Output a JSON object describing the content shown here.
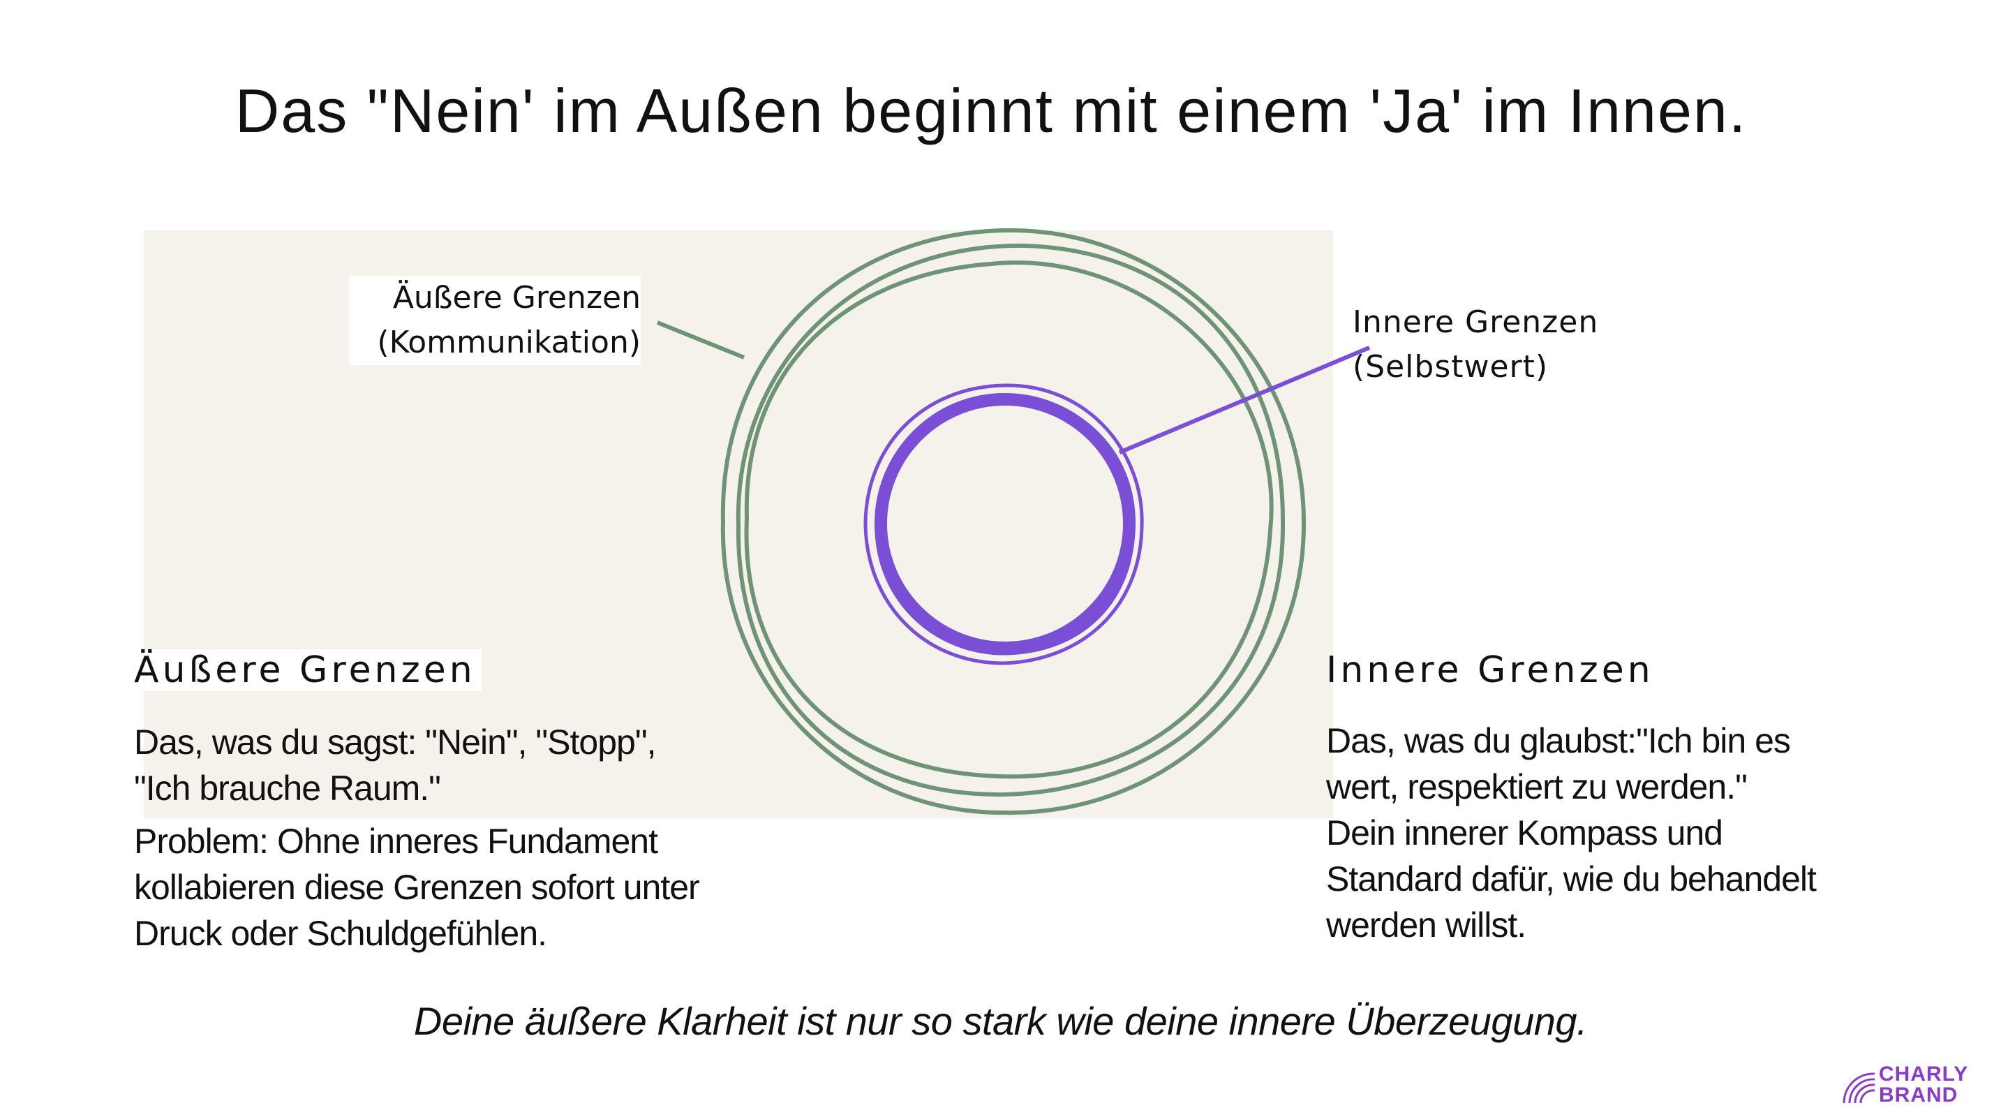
{
  "title": "Das \"Nein' im Außen beginnt mit einem 'Ja' im Innen.",
  "diagram": {
    "outer_label": [
      "Äußere Grenzen",
      "(Kommunikation)"
    ],
    "inner_label": [
      "Innere Grenzen",
      "(Selbstwert)"
    ],
    "colors": {
      "outer_circles": "#6e9475",
      "inner_circles": "#7a4fd6",
      "panel_background": "#f5f2eb"
    }
  },
  "left": {
    "heading": "Äußere Grenzen",
    "say_lines": [
      "Das, was du sagst: \"Nein\", \"Stopp\",",
      "\"Ich brauche Raum.\""
    ],
    "problem_lines": [
      "Problem: Ohne inneres Fundament",
      "kollabieren diese Grenzen sofort unter",
      "Druck oder Schuldgefühlen."
    ]
  },
  "right": {
    "heading": "Innere Grenzen",
    "believe_lines": [
      "Das, was du glaubst:\"Ich bin es",
      "wert, respektiert zu werden.\"",
      "Dein innerer Kompass und",
      "Standard dafür, wie du behandelt",
      "werden willst."
    ]
  },
  "tagline": "Deine äußere Klarheit ist nur so stark wie deine innere Überzeugung.",
  "logo": {
    "lines": [
      "CHARLY",
      "BRAND"
    ],
    "color": "#8a3cc8",
    "icon": "rainbow-arcs-icon"
  }
}
